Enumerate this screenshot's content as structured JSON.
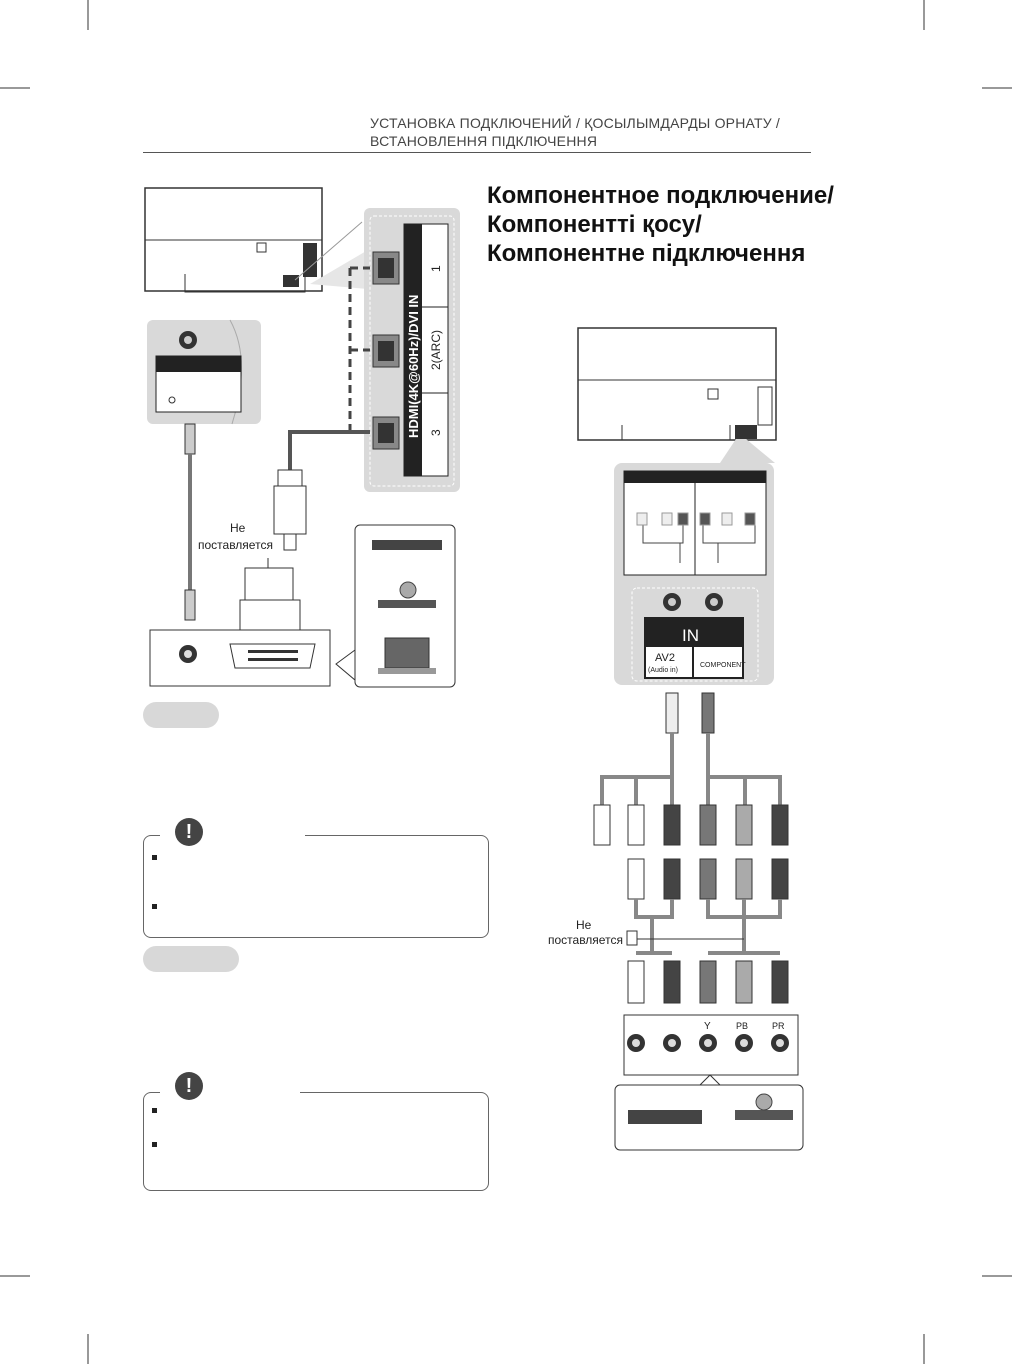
{
  "header": {
    "line1": "УСТАНОВКА ПОДКЛЮЧЕНИЙ / ҚОСЫЛЫМДАРДЫ ОРНАТУ /",
    "line2": "ВСТАНОВЛЕННЯ ПІДКЛЮЧЕННЯ"
  },
  "section": {
    "title_line1": "Компонентное подключение/",
    "title_line2": "Компоненттi қосу/",
    "title_line3": "Компонентне підключення"
  },
  "left_diagram": {
    "hdmi_panel_label": "HDMI(4K@60Hz)/DVI IN",
    "port_numbers": [
      "1",
      "2(ARC)",
      "3"
    ],
    "not_supplied_line1": "Не",
    "not_supplied_line2": "поставляется"
  },
  "right_diagram": {
    "in_label": "IN",
    "av2_label": "AV2",
    "audio_in_label": "(Audio in)",
    "component_label": "COMPONENT",
    "not_supplied_line1": "Не",
    "not_supplied_line2": "поставляется",
    "jack_labels": [
      "Y",
      "PB",
      "PR"
    ]
  },
  "notes": {
    "icon_glyph": "!"
  },
  "colors": {
    "panel_gray": "#d9d9d9",
    "dark_panel": "#222222",
    "cable_gray": "#888888"
  }
}
